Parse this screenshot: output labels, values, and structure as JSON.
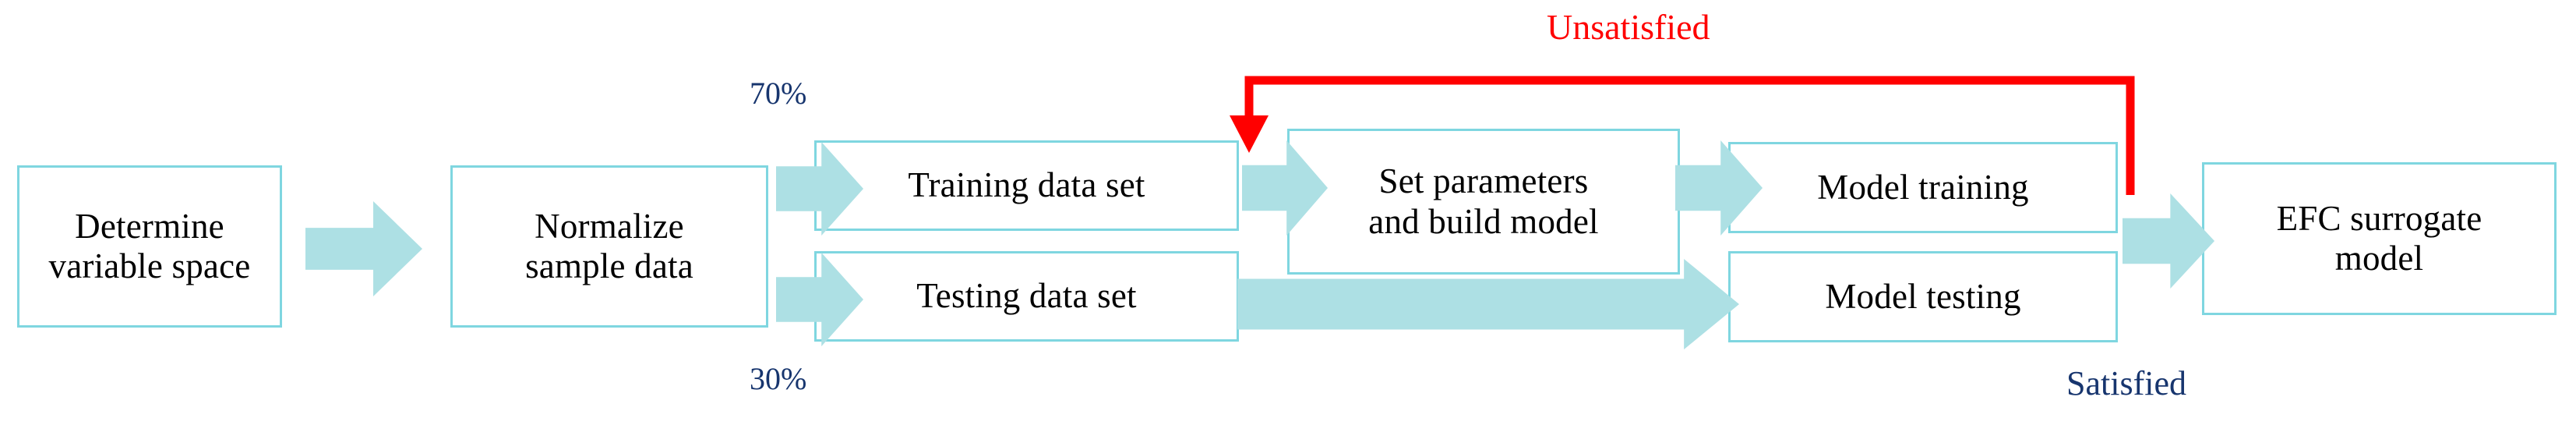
{
  "diagram": {
    "title": "EFC surrogate model construction flowchart",
    "colors": {
      "box_border": "#7fd6e0",
      "arrow_fill": "#ade0e4",
      "arrow_outline": "#6d9aa0",
      "label_blue": "#17356e",
      "feedback_red": "#ff0000",
      "text": "#000000",
      "background": "#ffffff"
    },
    "nodes": [
      {
        "id": "determine-variable-space",
        "label": "Determine\nvariable space"
      },
      {
        "id": "normalize-sample-data",
        "label": "Normalize\nsample data"
      },
      {
        "id": "training-data-set",
        "label": "Training data set"
      },
      {
        "id": "testing-data-set",
        "label": "Testing data set"
      },
      {
        "id": "set-parameters-build-model",
        "label": "Set parameters\nand build model"
      },
      {
        "id": "model-training",
        "label": "Model training"
      },
      {
        "id": "model-testing",
        "label": "Model testing"
      },
      {
        "id": "efc-surrogate-model",
        "label": "EFC surrogate\nmodel"
      }
    ],
    "labels": {
      "split_train": "70%",
      "split_test": "30%",
      "feedback": "Unsatisfied",
      "accept": "Satisfied"
    },
    "edges": [
      {
        "from": "determine-variable-space",
        "to": "normalize-sample-data",
        "style": "block-arrow"
      },
      {
        "from": "normalize-sample-data",
        "to": "training-data-set",
        "style": "block-arrow",
        "label": "70%"
      },
      {
        "from": "normalize-sample-data",
        "to": "testing-data-set",
        "style": "block-arrow",
        "label": "30%"
      },
      {
        "from": "training-data-set",
        "to": "set-parameters-build-model",
        "style": "block-arrow"
      },
      {
        "from": "set-parameters-build-model",
        "to": "model-training",
        "style": "block-arrow"
      },
      {
        "from": "testing-data-set",
        "to": "model-testing",
        "style": "block-arrow-long"
      },
      {
        "from": "model-training",
        "to": "efc-surrogate-model",
        "style": "block-arrow",
        "label": "Satisfied"
      },
      {
        "from": "model-training",
        "to": "set-parameters-build-model",
        "style": "red-feedback",
        "label": "Unsatisfied"
      }
    ]
  }
}
